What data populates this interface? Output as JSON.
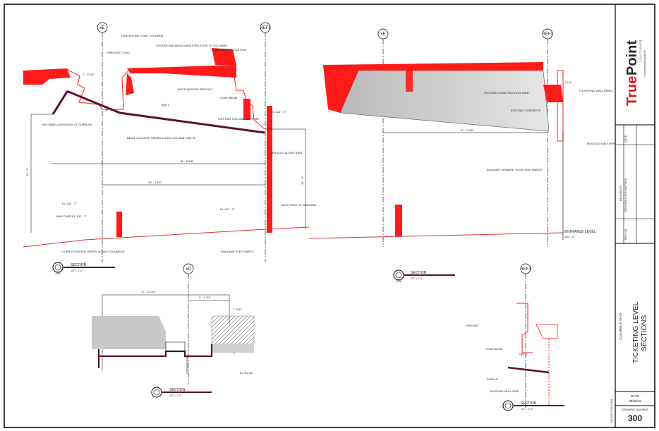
{
  "title_block": {
    "brand_true": "True",
    "brand_point": "Point",
    "brand_sub": "Laser Scanning",
    "brand_tag": "Commercial/Industrial",
    "date_col": "DATE",
    "revisions_label": "REVISIONS",
    "rev_no": "REV NO.",
    "rev_desc": "REVISION DESCRIPTION",
    "project_city": "COLUMBUS OHIO",
    "sheet_title_1": "TICKETING LEVEL",
    "sheet_title_2": "SECTIONS",
    "date_label": "DATE",
    "date_value": "09/26/16",
    "drawing_number_label": "DRAWING NUMBER",
    "drawing_number": "300",
    "timestamp": "9/11/2016 5:05:43 PM"
  },
  "grid_labels": {
    "xE": "xE",
    "REF1": "REF1",
    "xD": "xD"
  },
  "sections": {
    "section_title": "SECTION",
    "scale": "1/2\" = 1'-0\"",
    "ref_number": "101"
  },
  "annotations_s1": {
    "centerline_conc": "CENTERLINE CONC COLUMNS",
    "precast_conc": "PRECAST CONC",
    "centerline_beam": "CENTERLINE BEAM VARIES RELATIVE TO COLUMNS",
    "conc_varies": "CONC VARIES LOCATION",
    "bottom_edge": "BOTTOM EDGE PRECAST",
    "conc_beam": "CONC BEAM",
    "existing_skin": "EXISTING SKIN AND SUPPORT",
    "type1": "Type 1",
    "el_116": "EL 116' - 0\"",
    "min_panel": "MIN PANEL ELEVATION AT CURBLINE",
    "beam_location": "BEAM LOCATION VARIES ALONG COLUMN LINE xE",
    "min_elev": "MIN ELEV ALONG REF1",
    "dim_top": "2' - 8 1/4\"",
    "dim_mid": "8' - 9 3/4\"",
    "dim_16": "16' - 5 3/8\"",
    "dim_26": "26' - 4 3/4\"",
    "dim_left": "12' - 9\"",
    "dim_right": "16' - 9\"",
    "el_100_left": "EL 100' - 7\"",
    "max_curb": "MAX CURB EL 100' - 7\"",
    "el_100_right": "EL 100' - 0\"",
    "high_point": "HIGH POINT OF WALKWAY",
    "curb_elev": "CURB ELEVATION VARIES ALONG COLUMN xE",
    "walkway_elev": "WALKWAY ELEV VARIES"
  },
  "annotations_s2": {
    "existing_construction": "EXISTING CONSTRUCTION JOINT",
    "existing_concrete": "EXISTING CONCRETE",
    "dim_1": "1 1/4\"",
    "ti_existing": "TI EXISTING WALL PANEL",
    "dim_17": "17' - 7 1/8\"",
    "rustication": "RUSTICATION STRIP",
    "building_signage": "BUILDING SIGNAGE \"SOUTH ENTRANCE\"",
    "entrance_level": "ENTRANCE LEVEL",
    "entrance_el": "100' - 0\""
  },
  "annotations_s3": {
    "dim_total": "17' - 11 3/4\"",
    "dim_part": "3' - 2 3/4\"",
    "dim_small": "7 7/16\"",
    "dim_side": "1'",
    "el_111": "EL 111.48"
  },
  "annotations_s4": {
    "precast": "PRECAST",
    "conc_beam": "CONC BEAM",
    "type1": "Type 1",
    "panels": "PANELS",
    "existing_mullions": "EXISTING MULLIONS"
  },
  "colors": {
    "red": "#ff1a1a",
    "maroon": "#6b0f2a",
    "gray": "#c8c8c8",
    "border": "#000000"
  }
}
